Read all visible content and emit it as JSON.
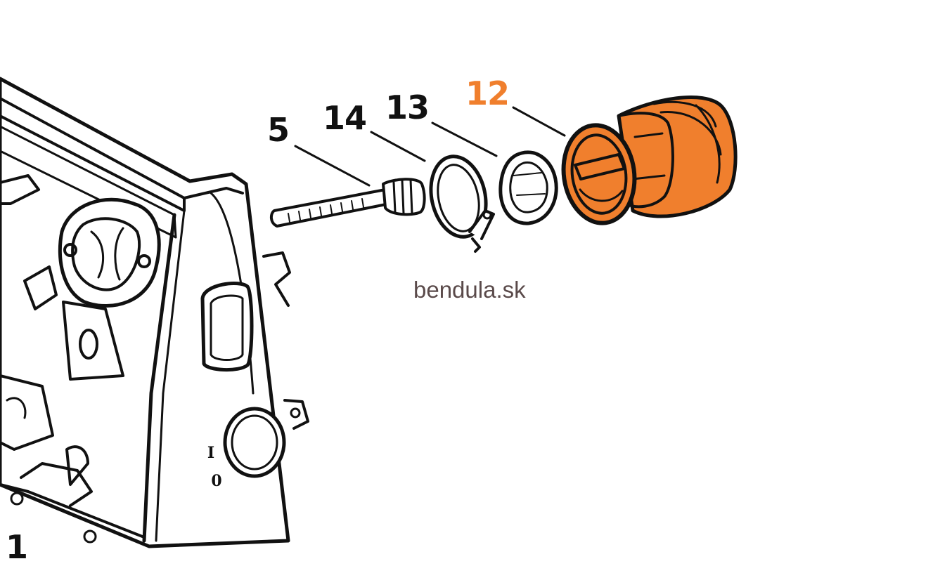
{
  "diagram": {
    "callouts": [
      {
        "id": "housing",
        "label": "1",
        "highlighted": false
      },
      {
        "id": "screw",
        "label": "5",
        "highlighted": false
      },
      {
        "id": "clamp",
        "label": "14",
        "highlighted": false
      },
      {
        "id": "washer",
        "label": "13",
        "highlighted": false
      },
      {
        "id": "grommet",
        "label": "12",
        "highlighted": true
      }
    ],
    "switch_marks": {
      "on": "I",
      "off": "0"
    },
    "watermark": "bendula.sk"
  },
  "colors": {
    "highlight": "#f07f2d",
    "ink": "#111111",
    "watermark": "#5a4a4a"
  }
}
